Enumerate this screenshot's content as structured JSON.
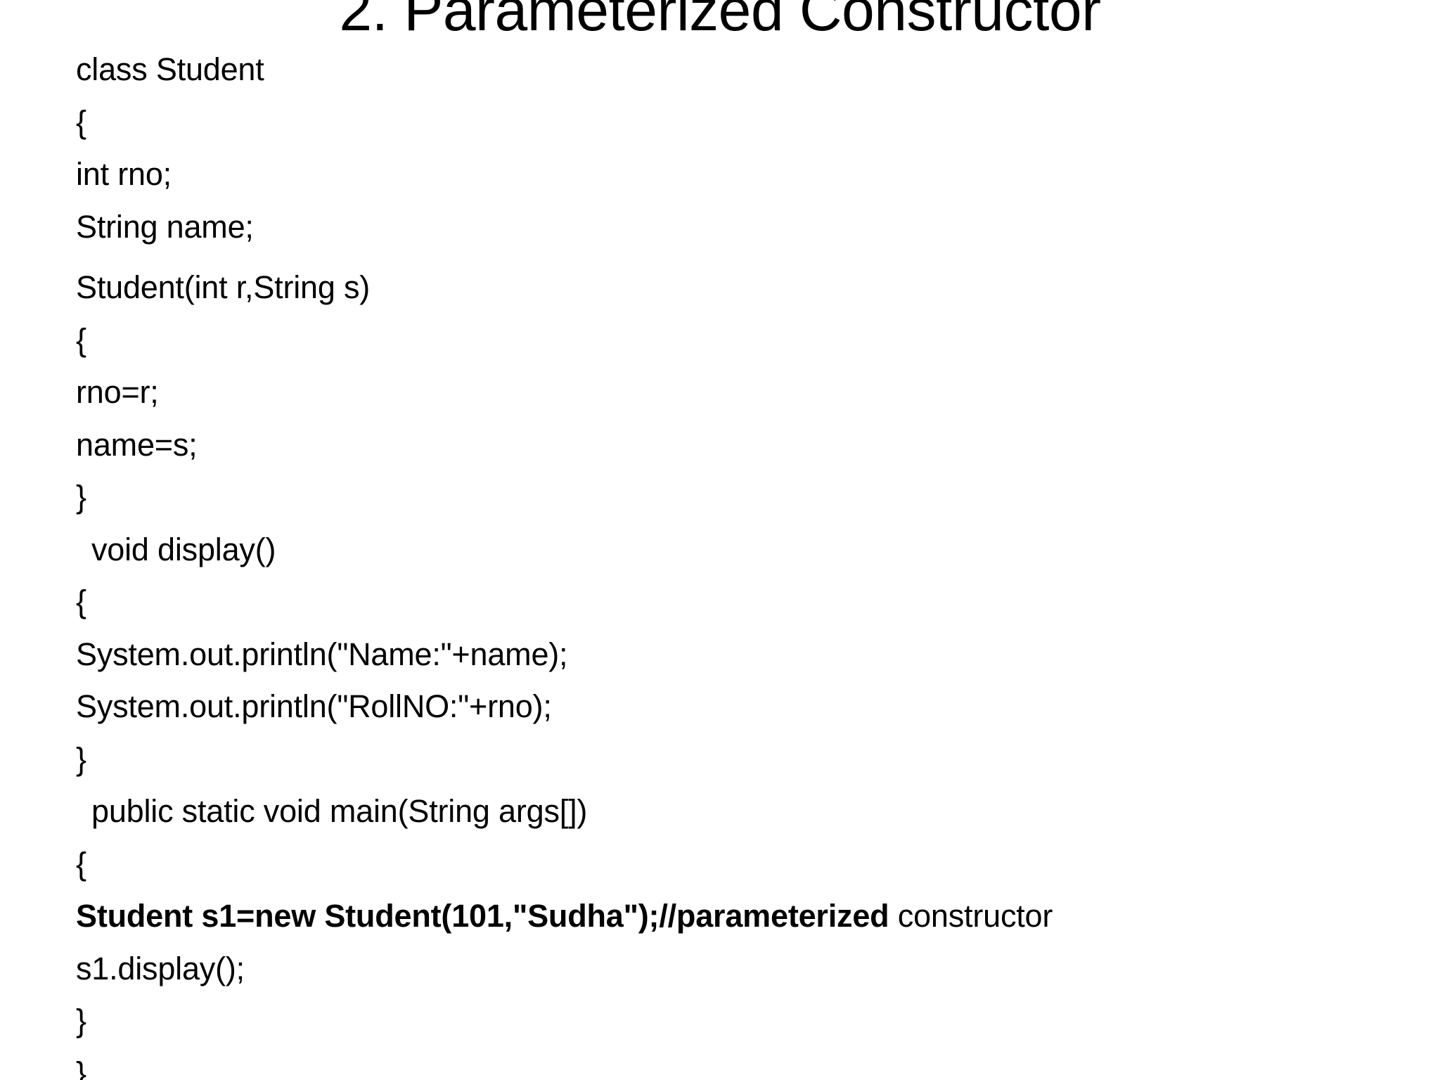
{
  "slide": {
    "background_color": "#ffffff",
    "text_color": "#000000",
    "title": "2. Parameterized Constructor",
    "title_clipped_top": true
  },
  "code": {
    "language": "java",
    "lines": [
      {
        "id": "line-1",
        "text": "class Student",
        "indent": false,
        "gap_before": false,
        "bold_prefix": ""
      },
      {
        "id": "line-2",
        "text": "{",
        "indent": false,
        "gap_before": false,
        "bold_prefix": ""
      },
      {
        "id": "line-3",
        "text": "int rno;",
        "indent": false,
        "gap_before": false,
        "bold_prefix": ""
      },
      {
        "id": "line-4",
        "text": "String name;",
        "indent": false,
        "gap_before": false,
        "bold_prefix": ""
      },
      {
        "id": "line-5",
        "text": "Student(int r,String s)",
        "indent": false,
        "gap_before": true,
        "bold_prefix": ""
      },
      {
        "id": "line-6",
        "text": "{",
        "indent": false,
        "gap_before": false,
        "bold_prefix": ""
      },
      {
        "id": "line-7",
        "text": "rno=r;",
        "indent": false,
        "gap_before": false,
        "bold_prefix": ""
      },
      {
        "id": "line-8",
        "text": "name=s;",
        "indent": false,
        "gap_before": false,
        "bold_prefix": ""
      },
      {
        "id": "line-9",
        "text": "}",
        "indent": false,
        "gap_before": false,
        "bold_prefix": ""
      },
      {
        "id": "line-10",
        "text": "void display()",
        "indent": true,
        "gap_before": false,
        "bold_prefix": ""
      },
      {
        "id": "line-11",
        "text": "{",
        "indent": false,
        "gap_before": false,
        "bold_prefix": ""
      },
      {
        "id": "line-12",
        "text": "System.out.println(\"Name:\"+name);",
        "indent": false,
        "gap_before": false,
        "bold_prefix": ""
      },
      {
        "id": "line-13",
        "text": "System.out.println(\"RollNO:\"+rno);",
        "indent": false,
        "gap_before": false,
        "bold_prefix": ""
      },
      {
        "id": "line-14",
        "text": "}",
        "indent": false,
        "gap_before": false,
        "bold_prefix": ""
      },
      {
        "id": "line-15",
        "text": "public static void main(String args[])",
        "indent": true,
        "gap_before": false,
        "bold_prefix": ""
      },
      {
        "id": "line-16",
        "text": "{",
        "indent": false,
        "gap_before": false,
        "bold_prefix": ""
      },
      {
        "id": "line-17",
        "text": "Student s1=new Student(101,\"Sudha\");//parameterized constructor",
        "indent": false,
        "gap_before": false,
        "bold_prefix": "Student s1=new Student(101,\"Sudha\");//parameterized"
      },
      {
        "id": "line-18",
        "text": "s1.display();",
        "indent": false,
        "gap_before": false,
        "bold_prefix": ""
      },
      {
        "id": "line-19",
        "text": "}",
        "indent": false,
        "gap_before": false,
        "bold_prefix": ""
      },
      {
        "id": "line-20",
        "text": "}",
        "indent": false,
        "gap_before": false,
        "bold_prefix": ""
      }
    ]
  }
}
